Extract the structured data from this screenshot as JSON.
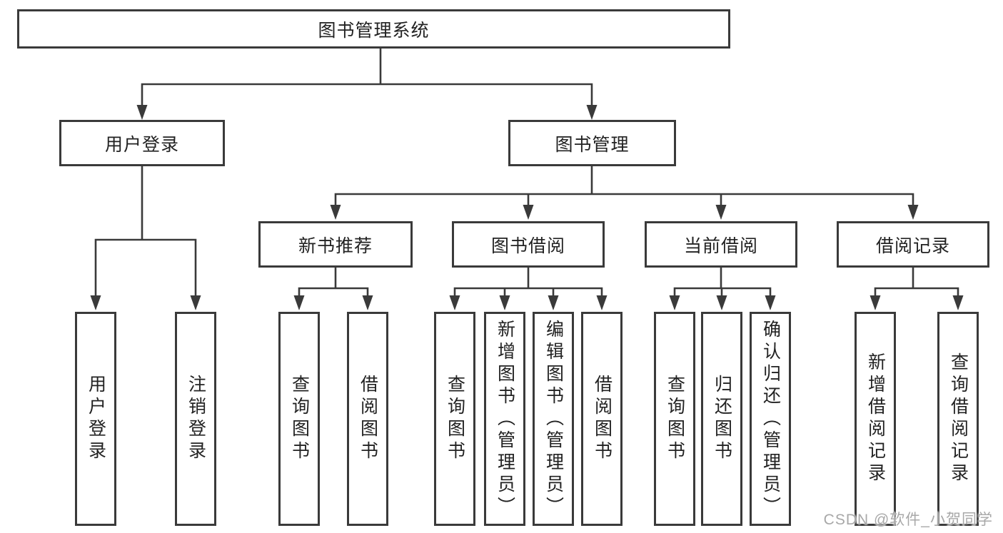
{
  "tree": {
    "label": "图书管理系统",
    "children": [
      {
        "label": "用户登录",
        "children": [
          {
            "label": "用户登录"
          },
          {
            "label": "注销登录"
          }
        ]
      },
      {
        "label": "图书管理",
        "children": [
          {
            "label": "新书推荐",
            "children": [
              {
                "label": "查询图书"
              },
              {
                "label": "借阅图书"
              }
            ]
          },
          {
            "label": "图书借阅",
            "children": [
              {
                "label": "查询图书"
              },
              {
                "label": "新增图书（管理员）"
              },
              {
                "label": "编辑图书（管理员）"
              },
              {
                "label": "借阅图书"
              }
            ]
          },
          {
            "label": "当前借阅",
            "children": [
              {
                "label": "查询图书"
              },
              {
                "label": "归还图书"
              },
              {
                "label": "确认归还（管理员）"
              }
            ]
          },
          {
            "label": "借阅记录",
            "children": [
              {
                "label": "新增借阅记录"
              },
              {
                "label": "查询借阅记录"
              }
            ]
          }
        ]
      }
    ]
  },
  "watermark": {
    "text": "CSDN @软件_小贺同学"
  },
  "colors": {
    "line": "#3a3a3a",
    "box_border": "#3a3a3a",
    "box_fill": "#ffffff",
    "text": "#222222",
    "watermark": "#a8a8a8",
    "background": "#ffffff"
  }
}
